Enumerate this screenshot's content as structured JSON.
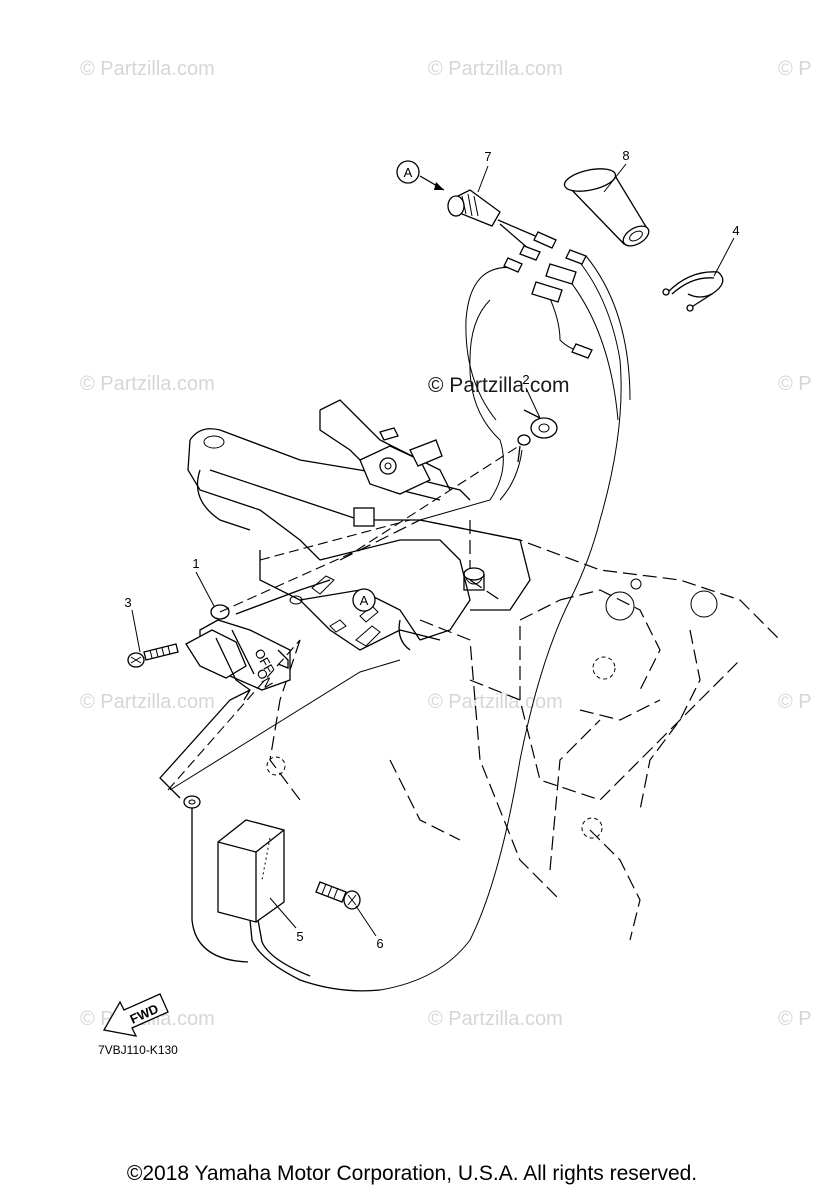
{
  "watermarks": [
    "© Partzilla.com",
    "© P"
  ],
  "center_watermark": "© Partzilla.com",
  "callouts": [
    "1",
    "2",
    "3",
    "4",
    "5",
    "6",
    "7",
    "8"
  ],
  "connector_ref": "A",
  "fwd_label": "FWD",
  "switch_labels": {
    "off": "OFF",
    "on": "ON"
  },
  "diagram_code": "7VBJ110-K130",
  "copyright": "©2018  Yamaha Motor Corporation, U.S.A. All rights reserved."
}
